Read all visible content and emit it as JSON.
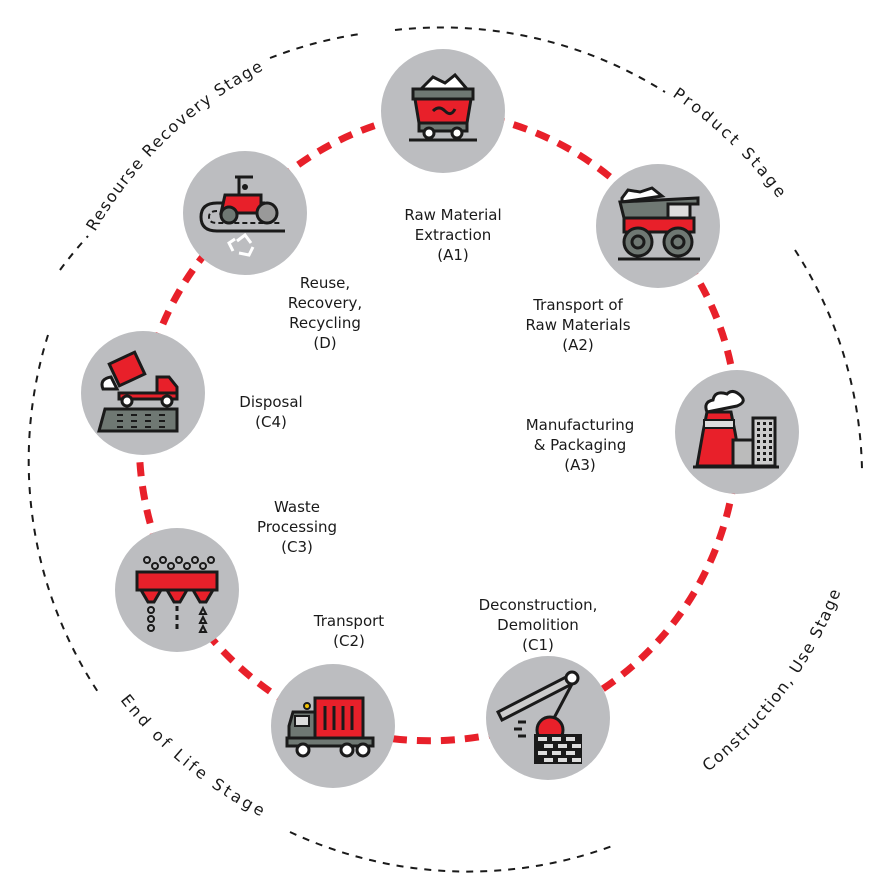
{
  "colors": {
    "accent_red": "#e8202a",
    "node_gray": "#bcbdc0",
    "dark_gray": "#6f7873",
    "outline": "#1a1a1a",
    "background": "#ffffff"
  },
  "stages": [
    {
      "id": "resource-recovery",
      "label": "Resourse Recovery Stage"
    },
    {
      "id": "product",
      "label": "Product Stage"
    },
    {
      "id": "construction-use",
      "label": "Construction, Use Stage"
    },
    {
      "id": "end-of-life",
      "label": "End of Life Stage"
    }
  ],
  "nodes": [
    {
      "id": "A1",
      "icon": "mine-cart-icon",
      "label_lines": [
        "Raw Material",
        "Extraction",
        "(A1)"
      ]
    },
    {
      "id": "A2",
      "icon": "dump-truck-icon",
      "label_lines": [
        "Transport of",
        "Raw Materials",
        "(A2)"
      ]
    },
    {
      "id": "A3",
      "icon": "factory-icon",
      "label_lines": [
        "Manufacturing",
        "& Packaging",
        "(A3)"
      ]
    },
    {
      "id": "C1",
      "icon": "wrecking-ball-icon",
      "label_lines": [
        "Deconstruction,",
        "Demolition",
        "(C1)"
      ]
    },
    {
      "id": "C2",
      "icon": "garbage-truck-icon",
      "label_lines": [
        "Transport",
        "(C2)"
      ]
    },
    {
      "id": "C3",
      "icon": "waste-sorter-icon",
      "label_lines": [
        "Waste",
        "Processing",
        "(C3)"
      ]
    },
    {
      "id": "C4",
      "icon": "landfill-truck-icon",
      "label_lines": [
        "Disposal",
        "(C4)"
      ]
    },
    {
      "id": "D",
      "icon": "road-roller-recycle-icon",
      "label_lines": [
        "Reuse,",
        "Recovery,",
        "Recycling",
        "(D)"
      ]
    }
  ]
}
